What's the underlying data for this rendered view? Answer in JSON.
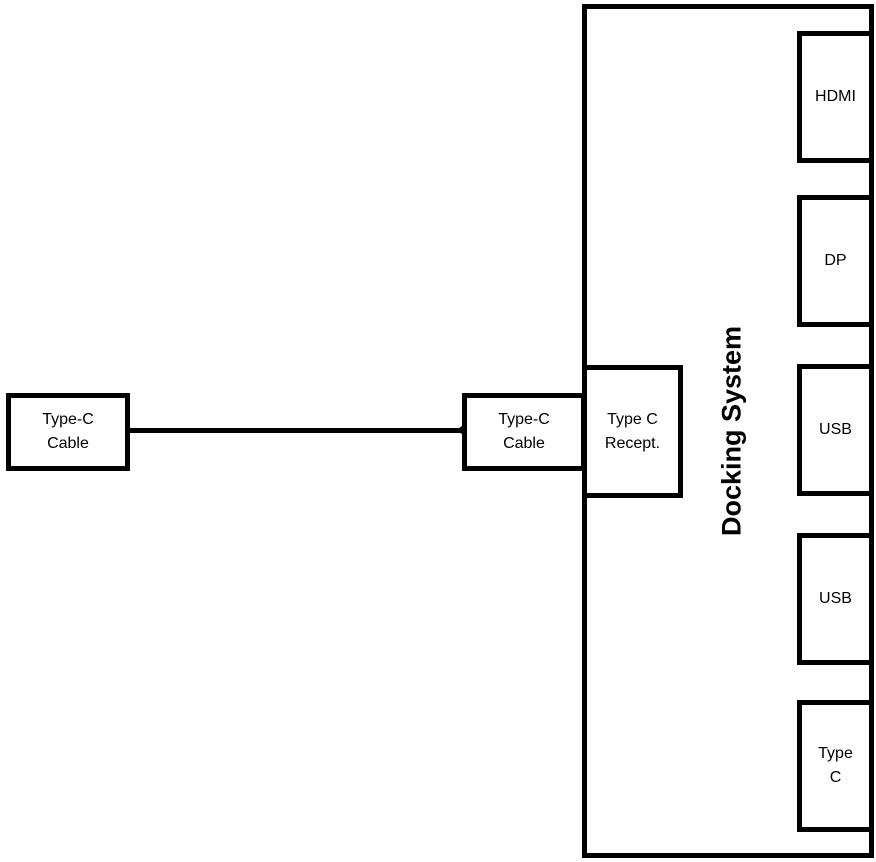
{
  "diagram": {
    "left_cable_label": "Type-C\nCable",
    "right_cable_label": "Type-C\nCable",
    "receptacle_label": "Type C\nRecept.",
    "dock_title": "Docking System",
    "ports": [
      {
        "label": "HDMI"
      },
      {
        "label": "DP"
      },
      {
        "label": "USB"
      },
      {
        "label": "USB"
      },
      {
        "label": "Type\nC"
      }
    ]
  }
}
